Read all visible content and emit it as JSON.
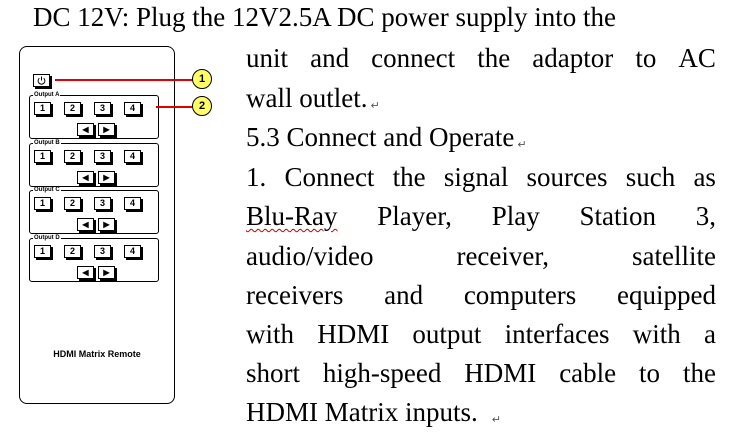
{
  "text": {
    "line1": "DC 12V: Plug the 12V2.5A DC power supply into the",
    "line2": [
      "unit",
      "and",
      "connect",
      "the",
      "adaptor",
      "to",
      "AC"
    ],
    "line3": "wall outlet.",
    "line4": "5.3 Connect and Operate",
    "line5": [
      "1.",
      "Connect",
      "the",
      "signal",
      "sources",
      "such",
      "as"
    ],
    "line6": [
      "Blu-Ray",
      "Player,",
      "Play",
      "Station",
      "3,"
    ],
    "line7": [
      "audio/video",
      "receiver,",
      "satellite"
    ],
    "line8": [
      "receivers",
      "and",
      "computers",
      "equipped"
    ],
    "line9": [
      "with",
      "HDMI",
      "output",
      "interfaces",
      "with",
      "a"
    ],
    "line10": [
      "short",
      "high-speed",
      "HDMI",
      "cable",
      "to",
      "the"
    ],
    "line11": "HDMI Matrix inputs.",
    "para_mark": "↵"
  },
  "remote": {
    "power_icon": "power-icon",
    "outputs": [
      {
        "label": "Output A",
        "buttons": [
          "1",
          "2",
          "3",
          "4"
        ]
      },
      {
        "label": "Output B",
        "buttons": [
          "1",
          "2",
          "3",
          "4"
        ]
      },
      {
        "label": "Output C",
        "buttons": [
          "1",
          "2",
          "3",
          "4"
        ]
      },
      {
        "label": "Output D",
        "buttons": [
          "1",
          "2",
          "3",
          "4"
        ]
      }
    ],
    "arrows": {
      "left": "◀",
      "right": "▶"
    },
    "title": "HDMI Matrix Remote"
  },
  "callouts": [
    "1",
    "2"
  ],
  "colors": {
    "callout_fill": "#ffff66",
    "callout_line": "#e00000",
    "spell_squiggle": "#c00000"
  }
}
